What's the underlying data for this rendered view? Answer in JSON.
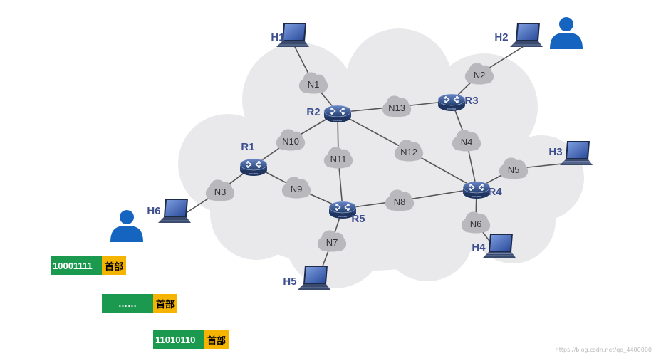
{
  "hosts": [
    {
      "id": "H1",
      "label": "H1"
    },
    {
      "id": "H2",
      "label": "H2"
    },
    {
      "id": "H3",
      "label": "H3"
    },
    {
      "id": "H4",
      "label": "H4"
    },
    {
      "id": "H5",
      "label": "H5"
    },
    {
      "id": "H6",
      "label": "H6"
    }
  ],
  "routers": [
    {
      "id": "R1",
      "label": "R1"
    },
    {
      "id": "R2",
      "label": "R2"
    },
    {
      "id": "R3",
      "label": "R3"
    },
    {
      "id": "R4",
      "label": "R4"
    },
    {
      "id": "R5",
      "label": "R5"
    }
  ],
  "router_badge": "ROUTER",
  "networks": [
    {
      "id": "N1",
      "label": "N1"
    },
    {
      "id": "N2",
      "label": "N2"
    },
    {
      "id": "N3",
      "label": "N3"
    },
    {
      "id": "N4",
      "label": "N4"
    },
    {
      "id": "N5",
      "label": "N5"
    },
    {
      "id": "N6",
      "label": "N6"
    },
    {
      "id": "N7",
      "label": "N7"
    },
    {
      "id": "N8",
      "label": "N8"
    },
    {
      "id": "N9",
      "label": "N9"
    },
    {
      "id": "N10",
      "label": "N10"
    },
    {
      "id": "N11",
      "label": "N11"
    },
    {
      "id": "N12",
      "label": "N12"
    },
    {
      "id": "N13",
      "label": "N13"
    }
  ],
  "links": [
    [
      "H1",
      "N1"
    ],
    [
      "N1",
      "R2"
    ],
    [
      "R2",
      "N13"
    ],
    [
      "N13",
      "R3"
    ],
    [
      "R3",
      "N2"
    ],
    [
      "N2",
      "H2"
    ],
    [
      "R3",
      "N4"
    ],
    [
      "N4",
      "R4"
    ],
    [
      "R2",
      "N12"
    ],
    [
      "N12",
      "R4"
    ],
    [
      "R2",
      "N10"
    ],
    [
      "N10",
      "R1"
    ],
    [
      "R2",
      "N11"
    ],
    [
      "N11",
      "R5"
    ],
    [
      "R1",
      "N9"
    ],
    [
      "N9",
      "R5"
    ],
    [
      "R1",
      "N3"
    ],
    [
      "N3",
      "H6"
    ],
    [
      "R5",
      "N8"
    ],
    [
      "N8",
      "R4"
    ],
    [
      "R5",
      "N7"
    ],
    [
      "N7",
      "H5"
    ],
    [
      "R4",
      "N5"
    ],
    [
      "N5",
      "H3"
    ],
    [
      "R4",
      "N6"
    ],
    [
      "N6",
      "H4"
    ]
  ],
  "colors": {
    "bits": "#1b9a4f",
    "header": "#f5b400",
    "cloud": "#e6e6e8",
    "user": "#1565c0"
  },
  "packets": [
    {
      "bits": "10001111",
      "header": "首部"
    },
    {
      "bits": "……",
      "header": "首部"
    },
    {
      "bits": "11010110",
      "header": "首部"
    }
  ],
  "watermark": "https://blog.csdn.net/qq_4400000"
}
